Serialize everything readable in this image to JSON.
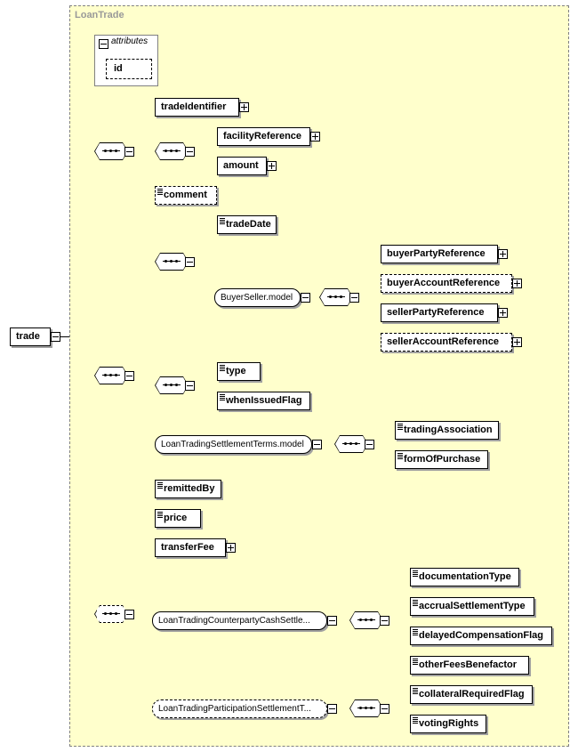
{
  "schema": {
    "panel_title": "LoanTrade",
    "attributes_label": "attributes",
    "attributes": [
      "id"
    ],
    "root": "trade",
    "elements": {
      "tradeIdentifier": "tradeIdentifier",
      "facilityReference": "facilityReference",
      "amount": "amount",
      "comment": "comment",
      "tradeDate": "tradeDate",
      "buyerSellerModel": "BuyerSeller.model",
      "buyerPartyReference": "buyerPartyReference",
      "buyerAccountReference": "buyerAccountReference",
      "sellerPartyReference": "sellerPartyReference",
      "sellerAccountReference": "sellerAccountReference",
      "type": "type",
      "whenIssuedFlag": "whenIssuedFlag",
      "settlementTermsModel": "LoanTradingSettlementTerms.model",
      "tradingAssociation": "tradingAssociation",
      "formOfPurchase": "formOfPurchase",
      "remittedBy": "remittedBy",
      "price": "price",
      "transferFee": "transferFee",
      "cashSettleModel": "LoanTradingCounterpartyCashSettle...",
      "documentationType": "documentationType",
      "accrualSettlementType": "accrualSettlementType",
      "delayedCompensationFlag": "delayedCompensationFlag",
      "otherFeesBenefactor": "otherFeesBenefactor",
      "participationModel": "LoanTradingParticipationSettlementT...",
      "collateralRequiredFlag": "collateralRequiredFlag",
      "votingRights": "votingRights"
    }
  },
  "colors": {
    "panel_bg": "#ffffcc",
    "panel_title": "#999999",
    "border": "#000000",
    "shadow": "#a0a0a0"
  }
}
